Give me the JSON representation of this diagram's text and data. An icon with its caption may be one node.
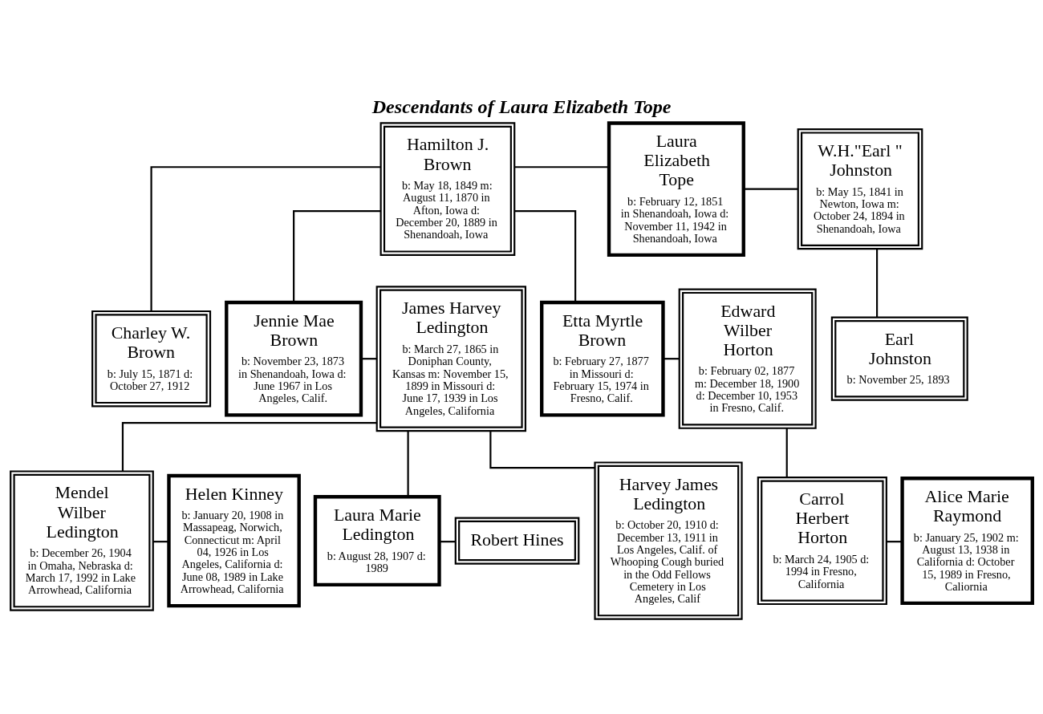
{
  "diagram": {
    "title": "Descendants of Laura Elizabeth Tope",
    "nodes": [
      {
        "text": [
          "Hamilton J. Brown",
          "b: May 18, 1849 m: August 11, 1870 in Afton, Iowa d: December 20, 1889 in Shenandoah, Iowa"
        ]
      },
      {
        "text": [
          "Laura Elizabeth Tope",
          "b: February 12, 1851 in Shenandoah, Iowa d: November 11, 1942 in Shenandoah, Iowa"
        ]
      },
      {
        "text": [
          "W.H.\"Earl \" Johnston",
          "b: May 15, 1841 in Newton, Iowa m: October 24, 1894 in Shenandoah, Iowa"
        ]
      },
      {
        "text": [
          "Charley W. Brown",
          "b: July 15, 1871 d: October 27, 1912"
        ]
      },
      {
        "text": [
          "Jennie Mae Brown",
          "b: November 23, 1873 in Shenandoah, Iowa d: June 1967 in Los Angeles, Calif."
        ]
      },
      {
        "text": [
          "James Harvey Ledington",
          "b: March 27, 1865 in Doniphan County, Kansas m: November 15, 1899 in Missouri d: June 17, 1939 in Los Angeles, California"
        ]
      },
      {
        "text": [
          "Etta Myrtle Brown",
          "b: February 27, 1877 in Missouri d: February 15, 1974 in Fresno, Calif."
        ]
      },
      {
        "text": [
          "Edward Wilber Horton",
          "b: February 02, 1877 m: December 18, 1900 d: December 10, 1953 in Fresno, Calif."
        ]
      },
      {
        "text": [
          "Earl Johnston",
          "b: November 25, 1893"
        ]
      },
      {
        "text": [
          "Mendel Wilber Ledington",
          "b: December 26, 1904 in Omaha, Nebraska d: March 17, 1992 in Lake Arrowhead, California"
        ]
      },
      {
        "text": [
          "Helen Kinney",
          "b: January 20, 1908 in Massapeag, Norwich, Connecticut m: April 04, 1926 in Los Angeles, California d: June 08, 1989 in Lake Arrowhead, California"
        ]
      },
      {
        "text": [
          "Laura Marie Ledington",
          "b: August 28, 1907 d: 1989"
        ]
      },
      {
        "text": [
          "Robert Hines"
        ]
      },
      {
        "text": [
          "Harvey James Ledington",
          "b: October 20, 1910 d: December 13, 1911 in Los Angeles, Calif. of Whooping Cough buried in the Odd Fellows Cemetery in Los Angeles, Calif"
        ]
      },
      {
        "text": [
          "Carrol Herbert Horton",
          "b: March 24, 1905 d: 1994 in Fresno, California"
        ]
      },
      {
        "text": [
          "Alice Marie Raymond",
          "b: January 25, 1902 m: August 13, 1938 in California d: October 15, 1989 in Fresno, Caliornia"
        ]
      }
    ],
    "edges": [
      {
        "from": 0,
        "to": 1,
        "arrow": "none"
      },
      {
        "from": 1,
        "to": 2,
        "arrow": "none"
      },
      {
        "from": 0,
        "to": 3,
        "arrow": "none"
      },
      {
        "from": 0,
        "to": 4,
        "arrow": "none"
      },
      {
        "from": 0,
        "to": 6,
        "arrow": "none"
      },
      {
        "from": 2,
        "to": 8,
        "arrow": "none"
      },
      {
        "from": 4,
        "to": 5,
        "arrow": "none"
      },
      {
        "from": 6,
        "to": 7,
        "arrow": "none"
      },
      {
        "from": 5,
        "to": 9,
        "arrow": "none"
      },
      {
        "from": 5,
        "to": 11,
        "arrow": "none"
      },
      {
        "from": 5,
        "to": 13,
        "arrow": "none"
      },
      {
        "from": 7,
        "to": 14,
        "arrow": "none"
      },
      {
        "from": 9,
        "to": 10,
        "arrow": "none"
      },
      {
        "from": 11,
        "to": 12,
        "arrow": "none"
      },
      {
        "from": 14,
        "to": 15,
        "arrow": "none"
      }
    ]
  }
}
